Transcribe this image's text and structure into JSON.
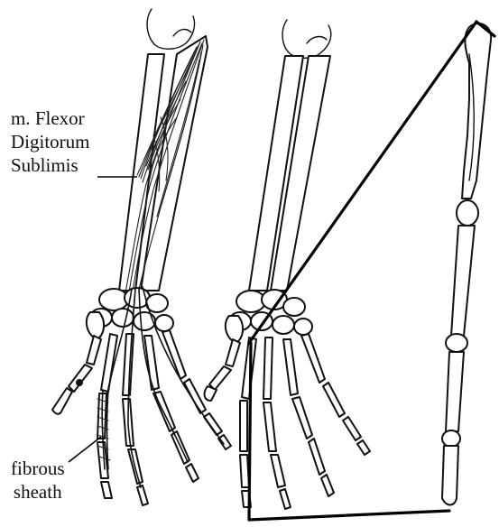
{
  "labels": {
    "muscle": [
      "m. Flexor",
      "Digitorum",
      "Sublimis"
    ],
    "sheath": [
      "fibrous",
      "sheath"
    ]
  },
  "colors": {
    "ink": "#111111",
    "background": "#ffffff"
  }
}
